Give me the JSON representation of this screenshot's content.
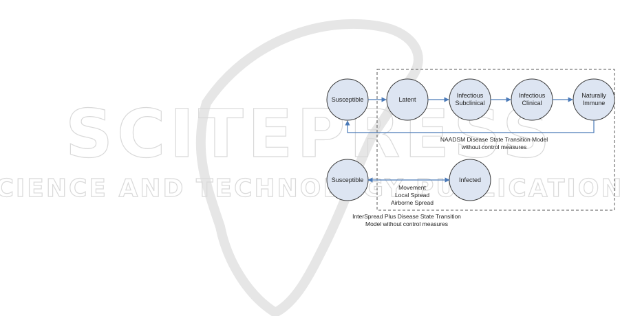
{
  "watermark": {
    "line1": "SCITEPRESS",
    "line2": "SCIENCE AND TECHNOLOGY PUBLICATIONS"
  },
  "colors": {
    "node_fill": "#dde5f2",
    "node_stroke": "#3a3a3a",
    "arrow": "#4a7ab8",
    "dashed_box": "#555555",
    "watermark": "#d9d9d9"
  },
  "naadsm": {
    "nodes": [
      {
        "id": "susceptible",
        "lines": [
          "Susceptible"
        ]
      },
      {
        "id": "latent",
        "lines": [
          "Latent"
        ]
      },
      {
        "id": "infectious-subclinical",
        "lines": [
          "Infectious",
          "Subclinical"
        ]
      },
      {
        "id": "infectious-clinical",
        "lines": [
          "Infectious",
          "Clinical"
        ]
      },
      {
        "id": "naturally-immune",
        "lines": [
          "Naturally",
          "Immune"
        ]
      }
    ],
    "caption": [
      "NAADSM Disease State Transition Model",
      "without control measures"
    ]
  },
  "interspread": {
    "nodes": [
      {
        "id": "susceptible",
        "lines": [
          "Susceptible"
        ]
      },
      {
        "id": "infected",
        "lines": [
          "Infected"
        ]
      }
    ],
    "edge_labels": [
      "Movement",
      "Local Spread",
      "Airborne Spread"
    ],
    "caption": [
      "InterSpread Plus Disease State Transition",
      "Model without control measures"
    ]
  }
}
